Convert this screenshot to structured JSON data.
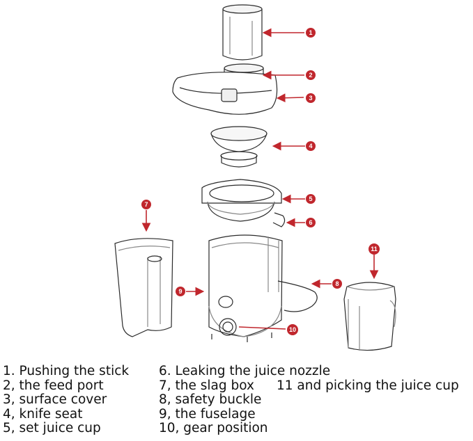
{
  "diagram": {
    "callouts": [
      "1",
      "2",
      "3",
      "4",
      "5",
      "6",
      "7",
      "8",
      "9",
      "10",
      "11"
    ],
    "callout_color": "#c0272d",
    "line_color": "#2a2a2a"
  },
  "legend": {
    "items": [
      "1. Pushing the stick",
      "2, the feed port",
      "3, surface cover",
      "4, knife seat",
      "5, set juice cup",
      "6. Leaking the juice nozzle",
      "7, the slag box",
      "8, safety buckle",
      "9, the fuselage",
      "10, gear position",
      "11 and picking the juice cup"
    ]
  }
}
